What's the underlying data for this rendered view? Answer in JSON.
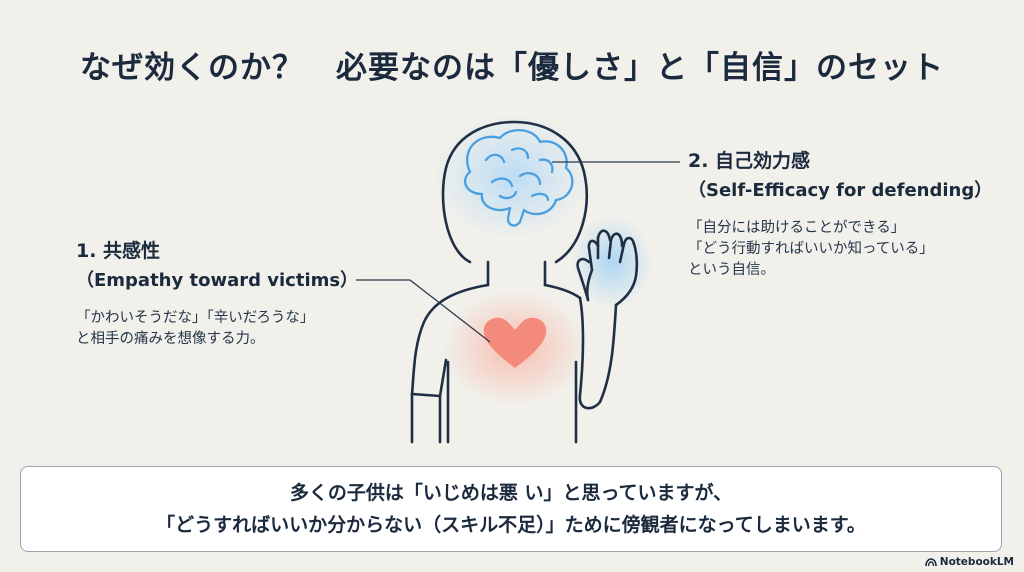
{
  "title": "なぜ効くのか？　必要なのは「優しさ」と「自信」のセット",
  "empathy": {
    "heading": "1. 共感性",
    "subheading": "（Empathy toward victims）",
    "lines": [
      "「かわいそうだな」「辛いだろうな」",
      "と相手の痛みを想像する力。"
    ]
  },
  "self_efficacy": {
    "heading": "2. 自己効力感",
    "subheading": "（Self-Efficacy for defending）",
    "lines": [
      "「自分には助けることができる」",
      "「どう行動すればいいか知っている」",
      "という自信。"
    ]
  },
  "callout": {
    "lines": [
      "多くの子供は「いじめは悪 い」と思っていますが、",
      "「どうすればいいか分からない（スキル不足）」ために傍観者になってしまいます。"
    ]
  },
  "watermark": "NotebookLM",
  "colors": {
    "outline": "#1f2f45",
    "brain_glow": "#8fc7f2",
    "hand_glow": "#8fc7f2",
    "heart": "#f2877a",
    "heart_glow": "#f8b7a8",
    "background": "#f1f0eb"
  },
  "icons": [
    "brain-icon",
    "heart-icon",
    "hand-icon",
    "child-figure",
    "notebook-logo-icon"
  ]
}
